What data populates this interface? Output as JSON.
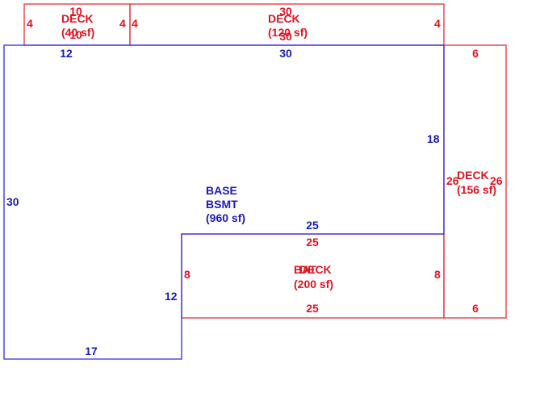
{
  "colors": {
    "base": "#2a2ae0",
    "deck": "#e83030",
    "base_text": "#1a1ab8",
    "deck_text": "#e0141e"
  },
  "areas": {
    "base": {
      "name1": "BASE",
      "name2": "BSMT",
      "area": "(960 sf)"
    },
    "deck_small_top": {
      "name": "DECK",
      "area": "(40 sf)"
    },
    "deck_large_top": {
      "name": "DECK",
      "area": "(120 sf)"
    },
    "deck_right": {
      "name": "DECK",
      "area": "(156 sf)"
    },
    "deck_bottom": {
      "name": "DECK",
      "name_overlap": "BAT",
      "area": "(200 sf)"
    }
  },
  "dimensions": {
    "base": {
      "top_left": "12",
      "top_right": "30",
      "right": "18",
      "left": "30",
      "inner_top": "25",
      "inner_left": "12",
      "bottom": "17"
    },
    "deck_small_top": {
      "top": "10",
      "bottom": "10",
      "left": "4",
      "right": "4"
    },
    "deck_large_top": {
      "top": "30",
      "bottom": "30",
      "left": "4",
      "right": "4"
    },
    "deck_right": {
      "top": "6",
      "left": "26",
      "right": "26",
      "bottom": "6"
    },
    "deck_bottom": {
      "top": "25",
      "bottom": "25",
      "left": "8",
      "right": "8"
    }
  }
}
